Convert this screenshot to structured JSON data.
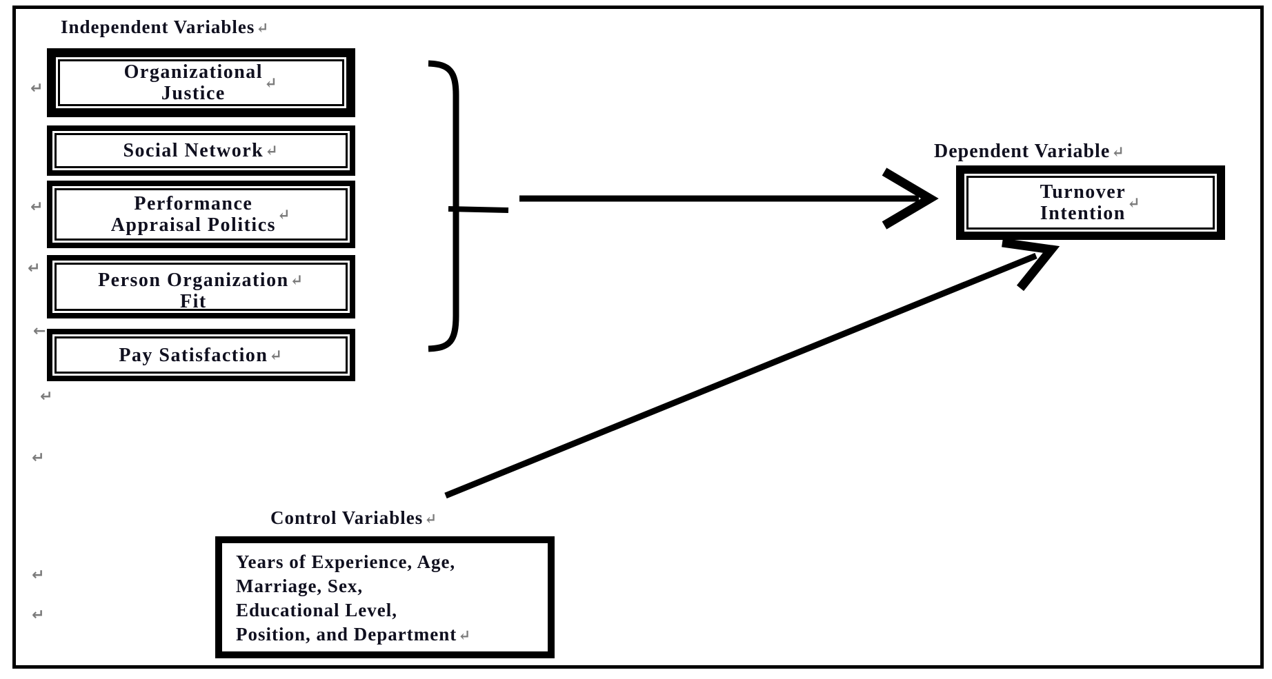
{
  "independent": {
    "heading": "Independent Variables",
    "boxes": [
      {
        "label": "Organizational \nJustice"
      },
      {
        "label": "Social Network"
      },
      {
        "label": "Performance \nAppraisal Politics"
      },
      {
        "label": "Person Organization \nFit"
      },
      {
        "label": "Pay Satisfaction"
      }
    ]
  },
  "dependent": {
    "heading": "Dependent Variable",
    "box_label": "Turnover \nIntention"
  },
  "control": {
    "heading": "Control Variables",
    "box_label": "Years of Experience, Age, \nMarriage, Sex, \nEducational Level, \nPosition, and Department"
  },
  "marks": {
    "pilcrow": "↵",
    "left_arrow": "←"
  },
  "colors": {
    "ink": "#10101f",
    "line": "#000000",
    "formatting_mark": "#7c7c7c"
  }
}
